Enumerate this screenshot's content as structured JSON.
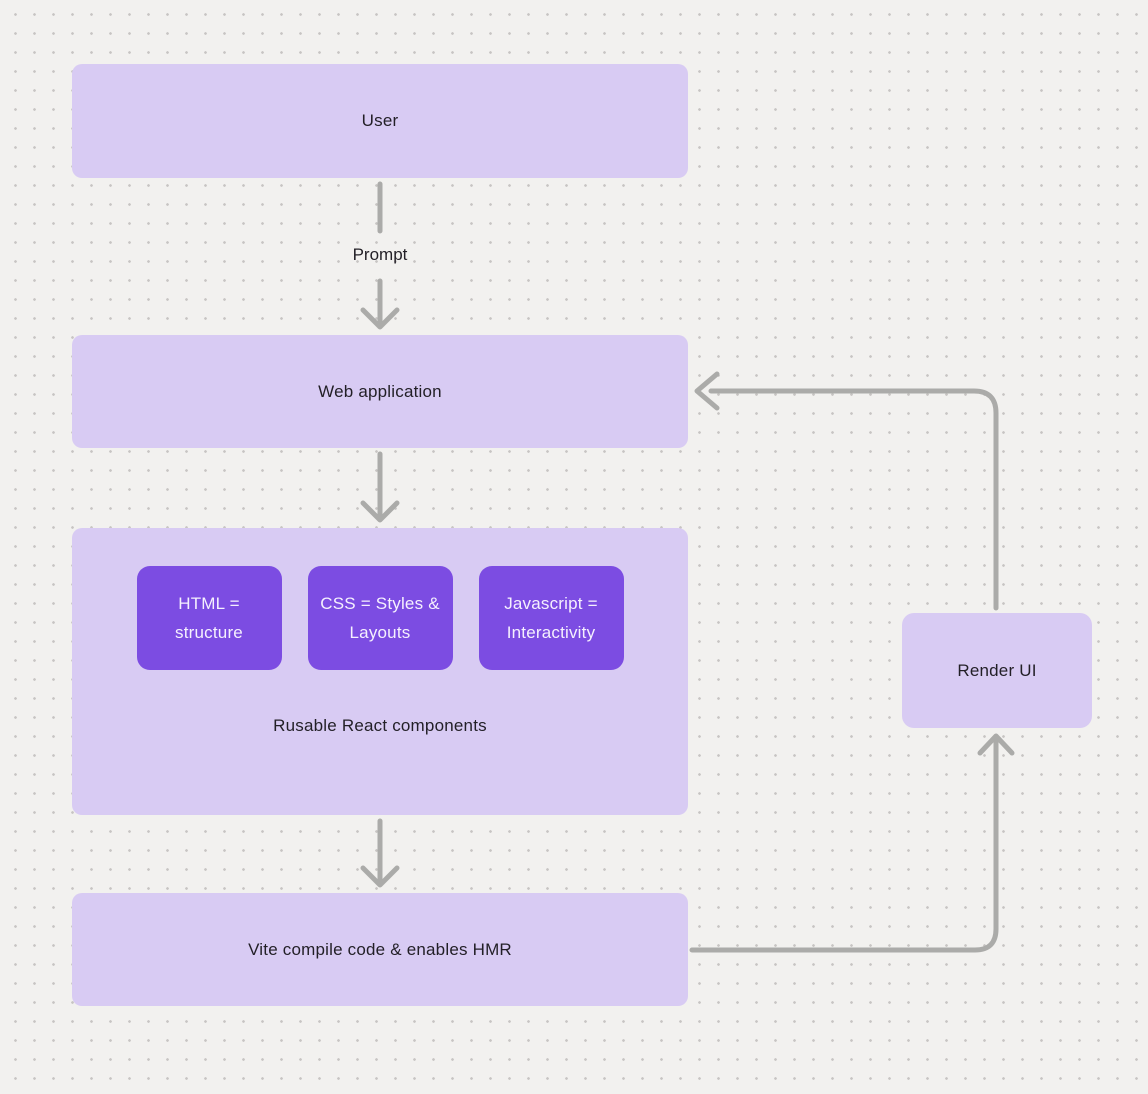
{
  "diagram": {
    "nodes": {
      "user": {
        "label": "User"
      },
      "web_application": {
        "label": "Web application"
      },
      "components_group": {
        "caption": "Rusable React components",
        "children": [
          {
            "label": "HTML = structure"
          },
          {
            "label": "CSS = Styles & Layouts"
          },
          {
            "label": "Javascript = Interactivity"
          }
        ]
      },
      "vite": {
        "label": "Vite compile code & enables HMR"
      },
      "render_ui": {
        "label": "Render UI"
      }
    },
    "edge_labels": {
      "prompt": "Prompt"
    },
    "colors": {
      "background": "#f2f1ef",
      "dot": "#c7c5c3",
      "node_fill": "#d8cbf3",
      "child_fill": "#7c4ce2",
      "child_text": "#f5f0fe",
      "node_text": "#221f26",
      "connector": "#ababa9"
    }
  }
}
